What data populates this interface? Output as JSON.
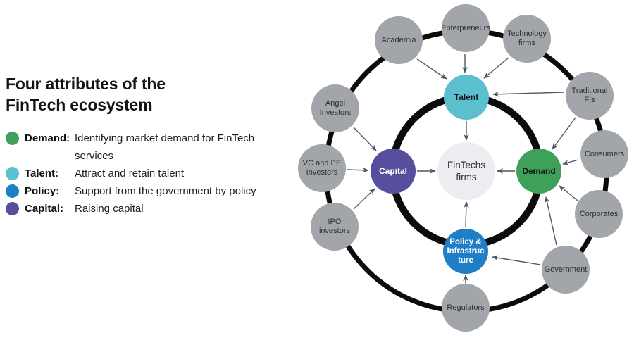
{
  "panel": {
    "title_line1": "Four attributes of the",
    "title_line2": "FinTech ecosystem",
    "legend": [
      {
        "label": "Demand:",
        "description": "Identifying market demand for FinTech services",
        "color": "#3FA159"
      },
      {
        "label": "Talent:",
        "description": "Attract and retain talent",
        "color": "#5CBFCD"
      },
      {
        "label": "Policy:",
        "description": "Support from the government by policy",
        "color": "#1F7FC6"
      },
      {
        "label": "Capital:",
        "description": "Raising capital",
        "color": "#564F9E"
      }
    ]
  },
  "diagram": {
    "center": {
      "label": "FinTechs\nfirms",
      "color": "#ECEDF1"
    },
    "attributes": {
      "talent": {
        "label": "Talent",
        "color": "#5CBFCD"
      },
      "demand": {
        "label": "Demand",
        "color": "#3FA159"
      },
      "policy": {
        "label": "Policy &\nInfrastruc\nture",
        "color": "#1F7FC6"
      },
      "capital": {
        "label": "Capital",
        "color": "#564F9E"
      }
    },
    "stakeholders": {
      "academia": {
        "label": "Academia"
      },
      "enterpreneurs": {
        "label": "Enterpreneurs"
      },
      "technology_firms": {
        "label": "Technology\nfirms"
      },
      "traditional_fis": {
        "label": "Traditional\nFIs"
      },
      "consumers": {
        "label": "Consumers"
      },
      "corporates": {
        "label": "Corporates"
      },
      "government": {
        "label": "Government"
      },
      "regulators": {
        "label": "Regulators"
      },
      "ipo_investors": {
        "label": "IPO\ninvestors"
      },
      "vc_pe_investors": {
        "label": "VC and PE\nInvestors"
      },
      "angel_investors": {
        "label": "Angel\nInvestors"
      }
    },
    "colors": {
      "stakeholder_fill": "#A2A5A9",
      "ring": "#0B0B0B",
      "arrow": "#4D5866"
    }
  }
}
